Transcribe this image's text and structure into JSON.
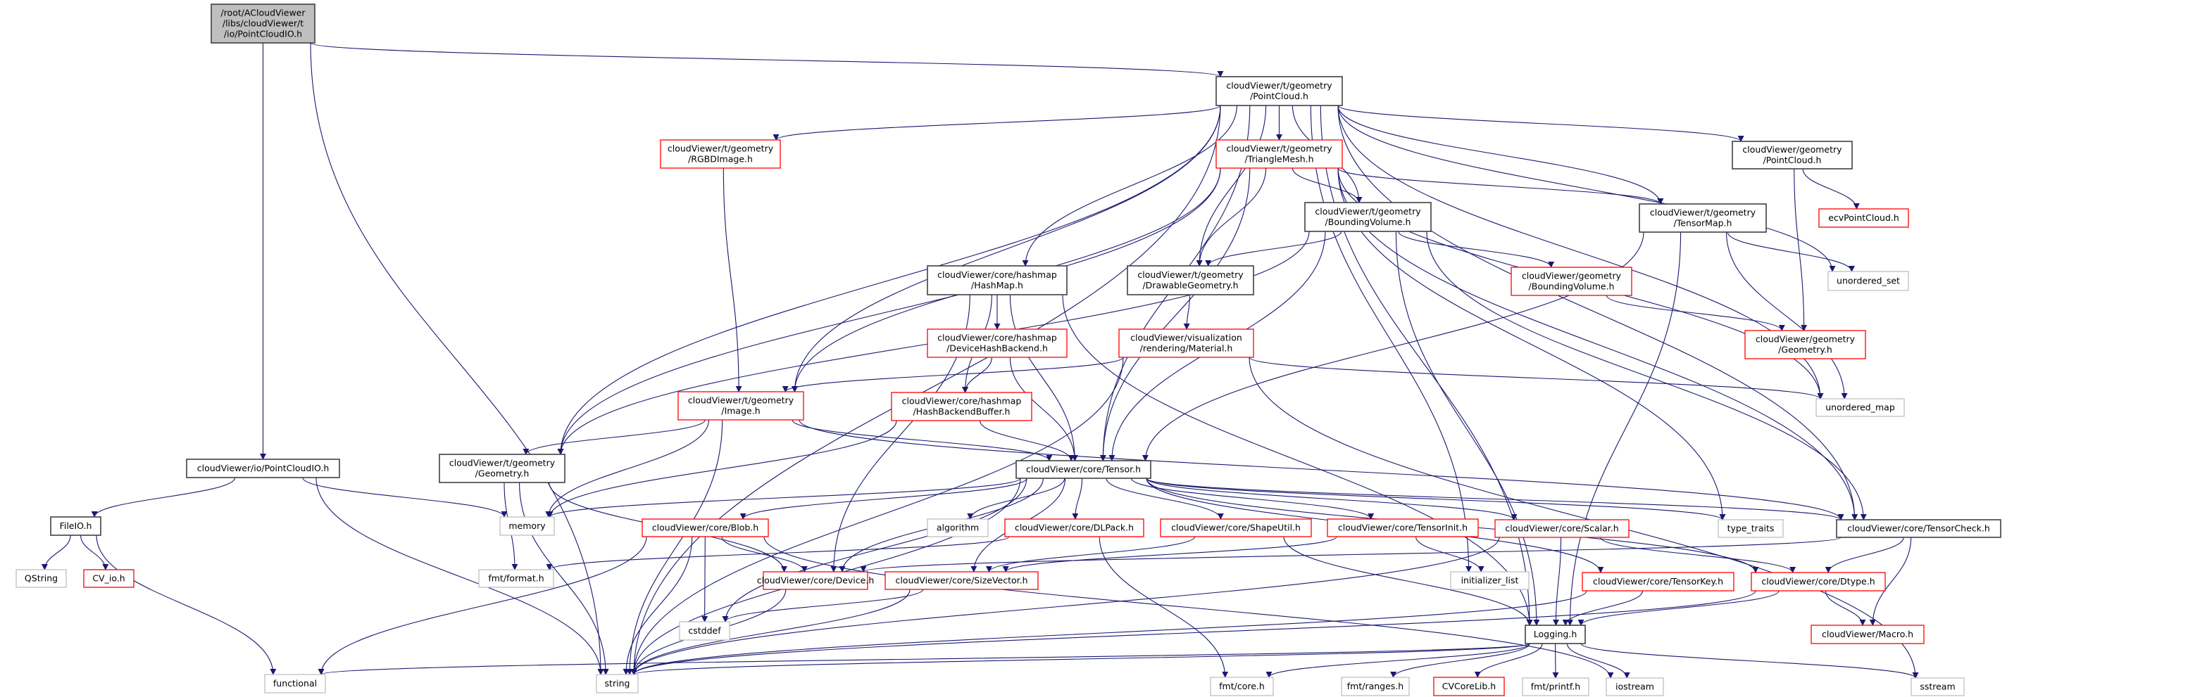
{
  "colors": {
    "edge": "#191970",
    "root_fill": "#bfbfbf",
    "border_documented": "#404040",
    "border_undocumented": "#ff0000",
    "border_external": "#bfbfbf"
  },
  "nodes": [
    {
      "id": "root",
      "kind": "root",
      "lines": [
        "/root/ACloudViewer",
        "/libs/cloudViewer/t",
        "/io/PointCloudIO.h"
      ]
    },
    {
      "id": "tPointCloud",
      "kind": "doc",
      "lines": [
        "cloudViewer/t/geometry",
        "/PointCloud.h"
      ]
    },
    {
      "id": "RGBDImage",
      "kind": "red",
      "lines": [
        "cloudViewer/t/geometry",
        "/RGBDImage.h"
      ]
    },
    {
      "id": "TriangleMesh",
      "kind": "red",
      "lines": [
        "cloudViewer/t/geometry",
        "/TriangleMesh.h"
      ]
    },
    {
      "id": "gPointCloud",
      "kind": "doc",
      "lines": [
        "cloudViewer/geometry",
        "/PointCloud.h"
      ]
    },
    {
      "id": "ecvPointCloud",
      "kind": "red",
      "lines": [
        "ecvPointCloud.h"
      ]
    },
    {
      "id": "TensorMap",
      "kind": "doc",
      "lines": [
        "cloudViewer/t/geometry",
        "/TensorMap.h"
      ]
    },
    {
      "id": "tBoundingVolume",
      "kind": "doc",
      "lines": [
        "cloudViewer/t/geometry",
        "/BoundingVolume.h"
      ]
    },
    {
      "id": "unordered_set",
      "kind": "ext",
      "lines": [
        "unordered_set"
      ]
    },
    {
      "id": "gBoundingVolume",
      "kind": "red",
      "lines": [
        "cloudViewer/geometry",
        "/BoundingVolume.h"
      ]
    },
    {
      "id": "HashMap",
      "kind": "doc",
      "lines": [
        "cloudViewer/core/hashmap",
        "/HashMap.h"
      ]
    },
    {
      "id": "DrawableGeometry",
      "kind": "doc",
      "lines": [
        "cloudViewer/t/geometry",
        "/DrawableGeometry.h"
      ]
    },
    {
      "id": "gGeometry",
      "kind": "red",
      "lines": [
        "cloudViewer/geometry",
        "/Geometry.h"
      ]
    },
    {
      "id": "DeviceHashBackend",
      "kind": "red",
      "lines": [
        "cloudViewer/core/hashmap",
        "/DeviceHashBackend.h"
      ]
    },
    {
      "id": "Material",
      "kind": "red",
      "lines": [
        "cloudViewer/visualization",
        "/rendering/Material.h"
      ]
    },
    {
      "id": "unordered_map",
      "kind": "ext",
      "lines": [
        "unordered_map"
      ]
    },
    {
      "id": "tImage",
      "kind": "red",
      "lines": [
        "cloudViewer/t/geometry",
        "/Image.h"
      ]
    },
    {
      "id": "HashBackendBuffer",
      "kind": "red",
      "lines": [
        "cloudViewer/core/hashmap",
        "/HashBackendBuffer.h"
      ]
    },
    {
      "id": "tGeometry",
      "kind": "doc",
      "lines": [
        "cloudViewer/t/geometry",
        "/Geometry.h"
      ]
    },
    {
      "id": "ioPointCloudIO",
      "kind": "doc",
      "lines": [
        "cloudViewer/io/PointCloudIO.h"
      ]
    },
    {
      "id": "Tensor",
      "kind": "doc",
      "lines": [
        "cloudViewer/core/Tensor.h"
      ]
    },
    {
      "id": "memory",
      "kind": "ext",
      "lines": [
        "memory"
      ]
    },
    {
      "id": "algorithm",
      "kind": "ext",
      "lines": [
        "algorithm"
      ]
    },
    {
      "id": "Blob",
      "kind": "red",
      "lines": [
        "cloudViewer/core/Blob.h"
      ]
    },
    {
      "id": "DLPack",
      "kind": "red",
      "lines": [
        "cloudViewer/core/DLPack.h"
      ]
    },
    {
      "id": "ShapeUtil",
      "kind": "red",
      "lines": [
        "cloudViewer/core/ShapeUtil.h"
      ]
    },
    {
      "id": "TensorInit",
      "kind": "red",
      "lines": [
        "cloudViewer/core/TensorInit.h"
      ]
    },
    {
      "id": "Scalar",
      "kind": "red",
      "lines": [
        "cloudViewer/core/Scalar.h"
      ]
    },
    {
      "id": "type_traits",
      "kind": "ext",
      "lines": [
        "type_traits"
      ]
    },
    {
      "id": "TensorCheck",
      "kind": "doc",
      "lines": [
        "cloudViewer/core/TensorCheck.h"
      ]
    },
    {
      "id": "FileIO",
      "kind": "doc",
      "lines": [
        "FileIO.h"
      ]
    },
    {
      "id": "QString",
      "kind": "ext",
      "lines": [
        "QString"
      ]
    },
    {
      "id": "CV_io",
      "kind": "red",
      "lines": [
        "CV_io.h"
      ]
    },
    {
      "id": "fmt_format",
      "kind": "ext",
      "lines": [
        "fmt/format.h"
      ]
    },
    {
      "id": "initializer_list",
      "kind": "ext",
      "lines": [
        "initializer_list"
      ]
    },
    {
      "id": "Device",
      "kind": "red",
      "lines": [
        "cloudViewer/core/Device.h"
      ]
    },
    {
      "id": "SizeVector",
      "kind": "red",
      "lines": [
        "cloudViewer/core/SizeVector.h"
      ]
    },
    {
      "id": "TensorKey",
      "kind": "red",
      "lines": [
        "cloudViewer/core/TensorKey.h"
      ]
    },
    {
      "id": "Dtype",
      "kind": "red",
      "lines": [
        "cloudViewer/core/Dtype.h"
      ]
    },
    {
      "id": "cstddef",
      "kind": "ext",
      "lines": [
        "cstddef"
      ]
    },
    {
      "id": "Logging",
      "kind": "doc",
      "lines": [
        "Logging.h"
      ]
    },
    {
      "id": "Macro",
      "kind": "red",
      "lines": [
        "cloudViewer/Macro.h"
      ]
    },
    {
      "id": "functional",
      "kind": "ext",
      "lines": [
        "functional"
      ]
    },
    {
      "id": "string",
      "kind": "ext",
      "lines": [
        "string"
      ]
    },
    {
      "id": "fmt_core",
      "kind": "ext",
      "lines": [
        "fmt/core.h"
      ]
    },
    {
      "id": "fmt_ranges",
      "kind": "ext",
      "lines": [
        "fmt/ranges.h"
      ]
    },
    {
      "id": "CVCoreLib",
      "kind": "red",
      "lines": [
        "CVCoreLib.h"
      ]
    },
    {
      "id": "fmt_printf",
      "kind": "ext",
      "lines": [
        "fmt/printf.h"
      ]
    },
    {
      "id": "iostream",
      "kind": "ext",
      "lines": [
        "iostream"
      ]
    },
    {
      "id": "sstream",
      "kind": "ext",
      "lines": [
        "sstream"
      ]
    }
  ],
  "edges": [
    [
      "root",
      "tPointCloud"
    ],
    [
      "root",
      "ioPointCloudIO"
    ],
    [
      "root",
      "string"
    ],
    [
      "ioPointCloudIO",
      "FileIO"
    ],
    [
      "ioPointCloudIO",
      "memory"
    ],
    [
      "ioPointCloudIO",
      "string"
    ],
    [
      "FileIO",
      "QString"
    ],
    [
      "FileIO",
      "CV_io"
    ],
    [
      "FileIO",
      "functional"
    ],
    [
      "tPointCloud",
      "RGBDImage"
    ],
    [
      "tPointCloud",
      "TriangleMesh"
    ],
    [
      "tPointCloud",
      "gPointCloud"
    ],
    [
      "tPointCloud",
      "TensorMap"
    ],
    [
      "tPointCloud",
      "tBoundingVolume"
    ],
    [
      "tPointCloud",
      "DrawableGeometry"
    ],
    [
      "tPointCloud",
      "HashMap"
    ],
    [
      "tPointCloud",
      "tImage"
    ],
    [
      "tPointCloud",
      "tGeometry"
    ],
    [
      "tPointCloud",
      "Tensor"
    ],
    [
      "tPointCloud",
      "TensorCheck"
    ],
    [
      "tPointCloud",
      "unordered_set"
    ],
    [
      "tPointCloud",
      "unordered_map"
    ],
    [
      "tPointCloud",
      "string"
    ],
    [
      "tPointCloud",
      "Logging"
    ],
    [
      "tPointCloud",
      "initializer_list"
    ],
    [
      "RGBDImage",
      "tImage"
    ],
    [
      "TriangleMesh",
      "tBoundingVolume"
    ],
    [
      "TriangleMesh",
      "TensorMap"
    ],
    [
      "TriangleMesh",
      "DrawableGeometry"
    ],
    [
      "TriangleMesh",
      "tImage"
    ],
    [
      "TriangleMesh",
      "tGeometry"
    ],
    [
      "TriangleMesh",
      "Tensor"
    ],
    [
      "TriangleMesh",
      "TensorCheck"
    ],
    [
      "TriangleMesh",
      "type_traits"
    ],
    [
      "TriangleMesh",
      "unordered_map"
    ],
    [
      "gPointCloud",
      "ecvPointCloud"
    ],
    [
      "gPointCloud",
      "gGeometry"
    ],
    [
      "TensorMap",
      "unordered_set"
    ],
    [
      "TensorMap",
      "unordered_map"
    ],
    [
      "TensorMap",
      "Tensor"
    ],
    [
      "TensorMap",
      "Logging"
    ],
    [
      "tBoundingVolume",
      "DrawableGeometry"
    ],
    [
      "tBoundingVolume",
      "gBoundingVolume"
    ],
    [
      "tBoundingVolume",
      "tGeometry"
    ],
    [
      "tBoundingVolume",
      "Tensor"
    ],
    [
      "tBoundingVolume",
      "TensorCheck"
    ],
    [
      "tBoundingVolume",
      "Logging"
    ],
    [
      "gBoundingVolume",
      "gGeometry"
    ],
    [
      "HashMap",
      "DeviceHashBackend"
    ],
    [
      "HashMap",
      "HashBackendBuffer"
    ],
    [
      "HashMap",
      "Tensor"
    ],
    [
      "HashMap",
      "Device"
    ],
    [
      "HashMap",
      "Logging"
    ],
    [
      "DrawableGeometry",
      "Material"
    ],
    [
      "Material",
      "tImage"
    ],
    [
      "Material",
      "unordered_map"
    ],
    [
      "Material",
      "string"
    ],
    [
      "Material",
      "sstream"
    ],
    [
      "DeviceHashBackend",
      "HashBackendBuffer"
    ],
    [
      "DeviceHashBackend",
      "Tensor"
    ],
    [
      "HashBackendBuffer",
      "Tensor"
    ],
    [
      "HashBackendBuffer",
      "memory"
    ],
    [
      "tImage",
      "tGeometry"
    ],
    [
      "tImage",
      "Tensor"
    ],
    [
      "tImage",
      "memory"
    ],
    [
      "tImage",
      "string"
    ],
    [
      "tImage",
      "TensorCheck"
    ],
    [
      "tGeometry",
      "Device"
    ],
    [
      "tGeometry",
      "string"
    ],
    [
      "tGeometry",
      "fmt_format"
    ],
    [
      "Tensor",
      "memory"
    ],
    [
      "Tensor",
      "algorithm"
    ],
    [
      "Tensor",
      "Blob"
    ],
    [
      "Tensor",
      "DLPack"
    ],
    [
      "Tensor",
      "ShapeUtil"
    ],
    [
      "Tensor",
      "TensorInit"
    ],
    [
      "Tensor",
      "Scalar"
    ],
    [
      "Tensor",
      "type_traits"
    ],
    [
      "Tensor",
      "TensorCheck"
    ],
    [
      "Tensor",
      "Device"
    ],
    [
      "Tensor",
      "SizeVector"
    ],
    [
      "Tensor",
      "TensorKey"
    ],
    [
      "Tensor",
      "Dtype"
    ],
    [
      "Tensor",
      "cstddef"
    ],
    [
      "Tensor",
      "string"
    ],
    [
      "Blob",
      "Device"
    ],
    [
      "Blob",
      "cstddef"
    ],
    [
      "Blob",
      "string"
    ],
    [
      "Blob",
      "functional"
    ],
    [
      "Blob",
      "iostream"
    ],
    [
      "DLPack",
      "fmt_core"
    ],
    [
      "DLPack",
      "fmt_format"
    ],
    [
      "ShapeUtil",
      "SizeVector"
    ],
    [
      "ShapeUtil",
      "Logging"
    ],
    [
      "TensorInit",
      "SizeVector"
    ],
    [
      "TensorInit",
      "initializer_list"
    ],
    [
      "Scalar",
      "Logging"
    ],
    [
      "Scalar",
      "Dtype"
    ],
    [
      "Scalar",
      "string"
    ],
    [
      "TensorCheck",
      "Dtype"
    ],
    [
      "TensorCheck",
      "Macro"
    ],
    [
      "TensorCheck",
      "Device"
    ],
    [
      "Device",
      "string"
    ],
    [
      "SizeVector",
      "cstddef"
    ],
    [
      "SizeVector",
      "string"
    ],
    [
      "TensorKey",
      "Logging"
    ],
    [
      "TensorKey",
      "string"
    ],
    [
      "Dtype",
      "Logging"
    ],
    [
      "Dtype",
      "Macro"
    ],
    [
      "Dtype",
      "string"
    ],
    [
      "Logging",
      "string"
    ],
    [
      "Logging",
      "functional"
    ],
    [
      "Logging",
      "fmt_core"
    ],
    [
      "Logging",
      "fmt_ranges"
    ],
    [
      "Logging",
      "CVCoreLib"
    ],
    [
      "Logging",
      "fmt_printf"
    ],
    [
      "Logging",
      "iostream"
    ],
    [
      "Logging",
      "sstream"
    ]
  ]
}
